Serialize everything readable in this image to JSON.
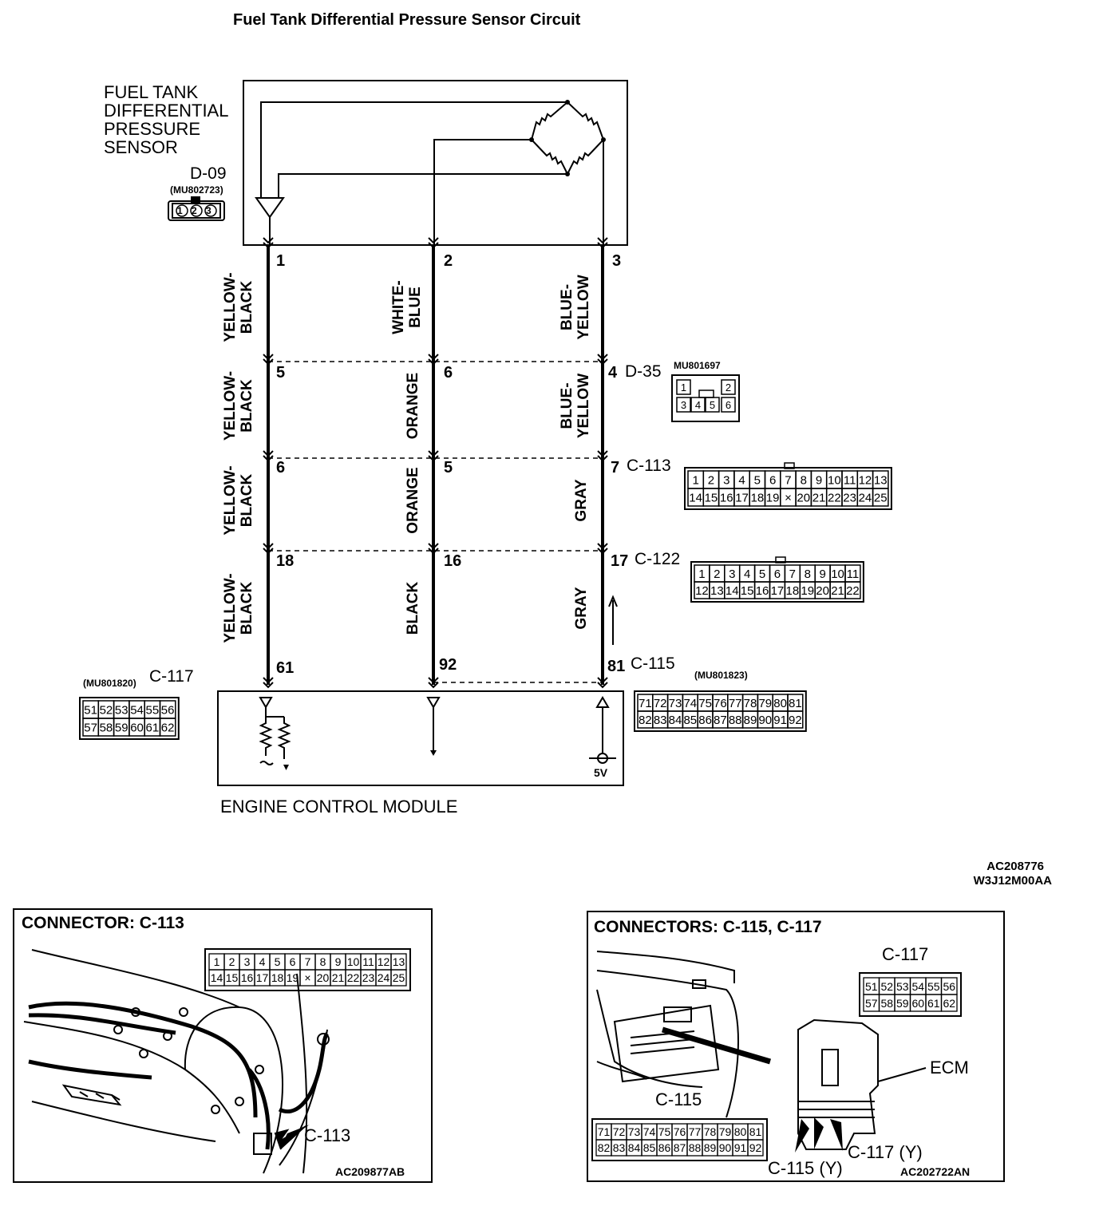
{
  "title": "Fuel Tank Differential Pressure Sensor Circuit",
  "sensor": {
    "name_lines": [
      "FUEL TANK",
      "DIFFERENTIAL",
      "PRESSURE",
      "SENSOR"
    ],
    "connector": "D-09",
    "part": "(MU802723)",
    "pins": [
      "1",
      "2",
      "3"
    ]
  },
  "wires": [
    {
      "sensor_pin": "1",
      "segments": [
        "YELLOW-\nBLACK",
        "YELLOW-\nBLACK",
        "YELLOW-\nBLACK",
        "YELLOW-\nBLACK"
      ],
      "pins": [
        "5",
        "6",
        "18",
        "61"
      ]
    },
    {
      "sensor_pin": "2",
      "segments": [
        "WHITE-\nBLUE",
        "ORANGE",
        "ORANGE",
        "BLACK"
      ],
      "pins": [
        "6",
        "5",
        "16",
        "92"
      ]
    },
    {
      "sensor_pin": "3",
      "segments": [
        "BLUE-\nYELLOW",
        "BLUE-\nYELLOW",
        "GRAY",
        "GRAY"
      ],
      "pins": [
        "4",
        "7",
        "17",
        "81"
      ]
    }
  ],
  "connectors": {
    "d35": {
      "name": "D-35",
      "part": "MU801697",
      "row1": [
        "1",
        "2"
      ],
      "row2": [
        "3",
        "4",
        "5",
        "6"
      ]
    },
    "c113": {
      "name": "C-113",
      "row1": [
        "1",
        "2",
        "3",
        "4",
        "5",
        "6",
        "7",
        "8",
        "9",
        "10",
        "11",
        "12",
        "13"
      ],
      "row2": [
        "14",
        "15",
        "16",
        "17",
        "18",
        "19",
        "×",
        "20",
        "21",
        "22",
        "23",
        "24",
        "25"
      ]
    },
    "c122": {
      "name": "C-122",
      "row1": [
        "1",
        "2",
        "3",
        "4",
        "5",
        "6",
        "7",
        "8",
        "9",
        "10",
        "11"
      ],
      "row2": [
        "12",
        "13",
        "14",
        "15",
        "16",
        "17",
        "18",
        "19",
        "20",
        "21",
        "22"
      ]
    },
    "c115": {
      "name": "C-115",
      "part": "(MU801823)",
      "row1": [
        "71",
        "72",
        "73",
        "74",
        "75",
        "76",
        "77",
        "78",
        "79",
        "80",
        "81"
      ],
      "row2": [
        "82",
        "83",
        "84",
        "85",
        "86",
        "87",
        "88",
        "89",
        "90",
        "91",
        "92"
      ]
    },
    "c117": {
      "name": "C-117",
      "part": "(MU801820)",
      "row1": [
        "51",
        "52",
        "53",
        "54",
        "55",
        "56"
      ],
      "row2": [
        "57",
        "58",
        "59",
        "60",
        "61",
        "62"
      ]
    }
  },
  "ecm": {
    "label": "ENGINE CONTROL MODULE",
    "supply": "5V"
  },
  "refs": {
    "figure": "AC208776",
    "code": "W3J12M00AA"
  },
  "panel_left": {
    "title": "CONNECTOR: C-113",
    "callout": "C-113",
    "ref": "AC209877AB"
  },
  "panel_right": {
    "title": "CONNECTORS: C-115, C-117",
    "c117": "C-117",
    "c115": "C-115",
    "ecm": "ECM",
    "c117y": "C-117 (Y)",
    "c115y": "C-115 (Y)",
    "ref": "AC202722AN"
  }
}
